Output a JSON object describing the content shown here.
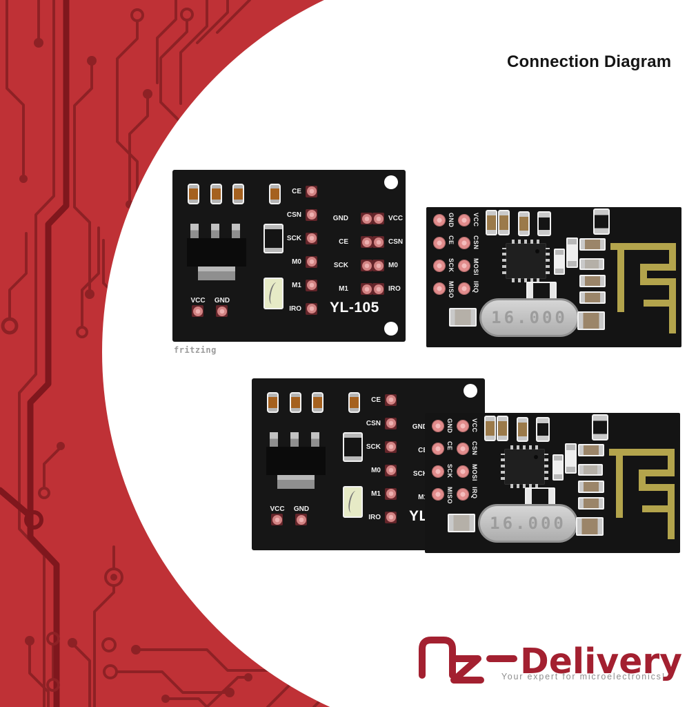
{
  "header": {
    "title": "Connection Diagram"
  },
  "watermark": "fritzing",
  "boards": {
    "yl105": {
      "name": "YL-105",
      "left_pins": [
        "CE",
        "CSN",
        "SCK",
        "M0",
        "M1",
        "IRO"
      ],
      "grid_rows": [
        {
          "left": "GND",
          "right": "VCC"
        },
        {
          "left": "CE",
          "right": "CSN"
        },
        {
          "left": "SCK",
          "right": "M0"
        },
        {
          "left": "M1",
          "right": "IRO"
        }
      ],
      "power_pins": [
        "VCC",
        "GND"
      ]
    },
    "nrf24l01": {
      "crystal_label": "16.000",
      "pin_rows": [
        {
          "col1": "GND",
          "col2": "VCC"
        },
        {
          "col1": "CE",
          "col2": "CSN"
        },
        {
          "col1": "SCK",
          "col2": "MOSI"
        },
        {
          "col1": "MISO",
          "col2": "IRQ"
        }
      ]
    }
  },
  "logo": {
    "brand": "AZ-Delivery",
    "brand_name": "Delivery",
    "tagline": "Your expert for microelectronics!"
  },
  "colors": {
    "pcb_background_red": "#bf3136",
    "circuit_trace_dark_red": "#8e2125",
    "brand_red": "#a32030",
    "antenna_gold": "#b3a44c",
    "pad_pink": "#e18c8c",
    "board_black": "#161616"
  }
}
